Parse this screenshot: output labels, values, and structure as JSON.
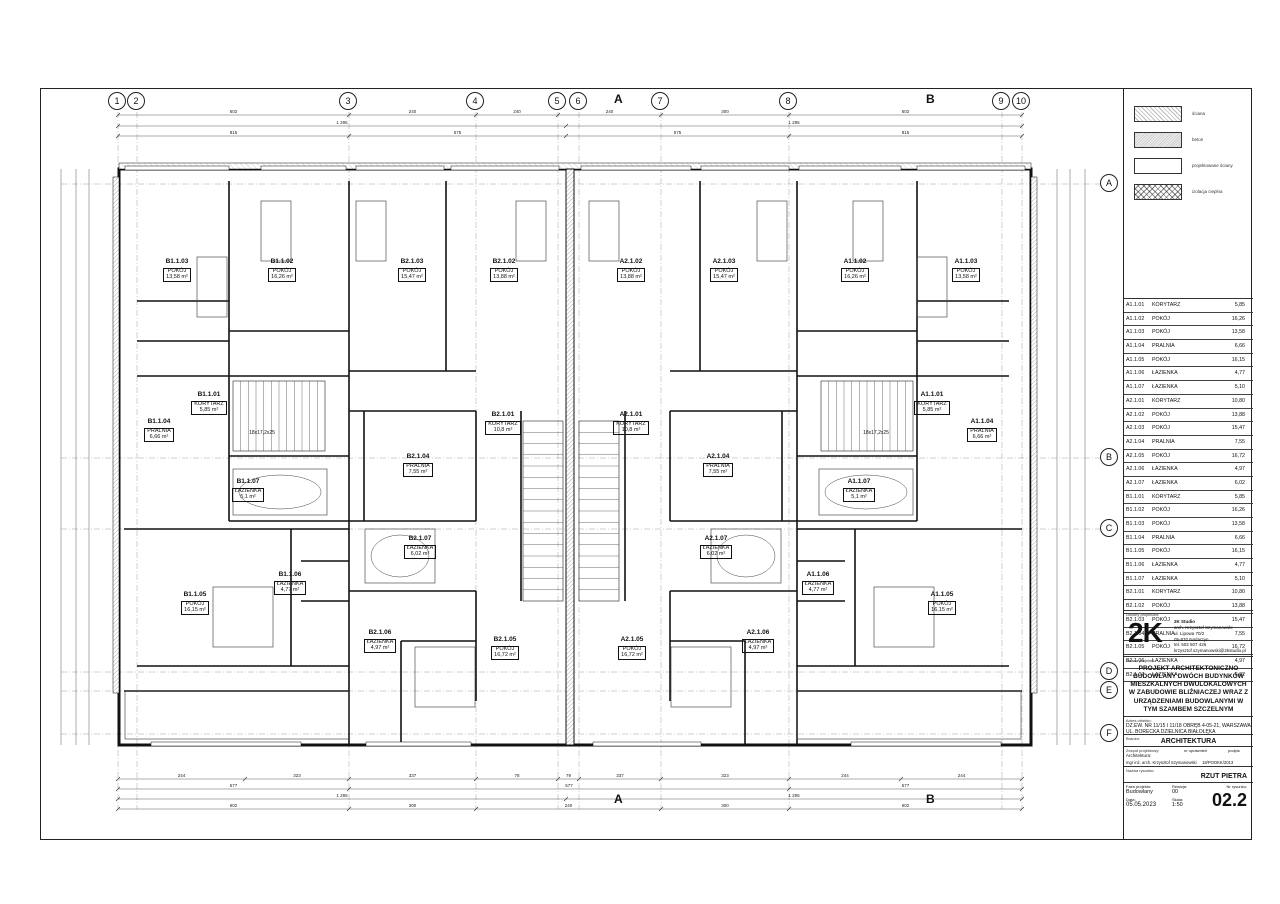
{
  "axes": {
    "numbers": [
      "1",
      "2",
      "3",
      "4",
      "5",
      "6",
      "7",
      "8",
      "9",
      "10"
    ],
    "letters": [
      "A",
      "B",
      "C",
      "D",
      "E",
      "F"
    ]
  },
  "sections": {
    "a": "A",
    "b": "B"
  },
  "dimensions": {
    "top_row1": [
      "602",
      "240",
      "240",
      "300",
      "602"
    ],
    "top_total": [
      "1 295",
      "1 295"
    ],
    "top_row2": [
      "815",
      "575",
      "575",
      "815"
    ],
    "bottom_row1": [
      "244",
      "323",
      "337",
      "78",
      "79",
      "337",
      "323",
      "244"
    ],
    "bottom_row2": [
      "577",
      "577"
    ],
    "bottom_total": [
      "1 295",
      "1 295"
    ],
    "bottom_row3": [
      "602",
      "300",
      "240",
      "300",
      "602"
    ]
  },
  "rooms_plan": [
    {
      "code": "B1.1.03",
      "name": "POKÓJ",
      "area": "13,58 m²"
    },
    {
      "code": "B1.1.02",
      "name": "POKÓJ",
      "area": "16,26 m²"
    },
    {
      "code": "B2.1.03",
      "name": "POKÓJ",
      "area": "15,47 m²"
    },
    {
      "code": "B2.1.02",
      "name": "POKÓJ",
      "area": "13,88 m²"
    },
    {
      "code": "A2.1.02",
      "name": "POKÓJ",
      "area": "13,88 m²"
    },
    {
      "code": "A2.1.03",
      "name": "POKÓJ",
      "area": "15,47 m²"
    },
    {
      "code": "A1.1.02",
      "name": "POKÓJ",
      "area": "16,26 m²"
    },
    {
      "code": "A1.1.03",
      "name": "POKÓJ",
      "area": "13,58 m²"
    },
    {
      "code": "B1.1.01",
      "name": "KORYTARZ",
      "area": "5,85 m²"
    },
    {
      "code": "B1.1.04",
      "name": "PRALNIA",
      "area": "6,66 m²"
    },
    {
      "code": "B2.1.01",
      "name": "KORYTARZ",
      "area": "10,8 m²"
    },
    {
      "code": "A2.1.01",
      "name": "KORYTARZ",
      "area": "10,8 m²"
    },
    {
      "code": "A1.1.01",
      "name": "KORYTARZ",
      "area": "5,85 m²"
    },
    {
      "code": "A1.1.04",
      "name": "PRALNIA",
      "area": "6,66 m²"
    },
    {
      "code": "B2.1.04",
      "name": "PRALNIA",
      "area": "7,55 m²"
    },
    {
      "code": "A2.1.04",
      "name": "PRALNIA",
      "area": "7,55 m²"
    },
    {
      "code": "B1.1.07",
      "name": "ŁAZIENKA",
      "area": "5,1 m²"
    },
    {
      "code": "A1.1.07",
      "name": "ŁAZIENKA",
      "area": "5,1 m²"
    },
    {
      "code": "B2.1.07",
      "name": "ŁAZIENKA",
      "area": "6,02 m²"
    },
    {
      "code": "A2.1.07",
      "name": "ŁAZIENKA",
      "area": "6,02 m²"
    },
    {
      "code": "B1.1.06",
      "name": "ŁAZIENKA",
      "area": "4,77 m²"
    },
    {
      "code": "A1.1.06",
      "name": "ŁAZIENKA",
      "area": "4,77 m²"
    },
    {
      "code": "B1.1.05",
      "name": "POKÓJ",
      "area": "16,15 m²"
    },
    {
      "code": "A1.1.05",
      "name": "POKÓJ",
      "area": "16,15 m²"
    },
    {
      "code": "B2.1.06",
      "name": "ŁAZIENKA",
      "area": "4,97 m²"
    },
    {
      "code": "A2.1.06",
      "name": "ŁAZIENKA",
      "area": "4,97 m²"
    },
    {
      "code": "B2.1.05",
      "name": "POKÓJ",
      "area": "16,72 m²"
    },
    {
      "code": "A2.1.05",
      "name": "POKÓJ",
      "area": "16,72 m²"
    }
  ],
  "stairs": [
    "18x17,2x25",
    "18x17,2x25"
  ],
  "legend": [
    "ściana",
    "beton",
    "projektowane ściany",
    "izolacja cieplna"
  ],
  "room_table": [
    {
      "code": "A1.1.01",
      "name": "KORYTARZ",
      "area": "5,85"
    },
    {
      "code": "A1.1.02",
      "name": "POKÓJ",
      "area": "16,26"
    },
    {
      "code": "A1.1.03",
      "name": "POKÓJ",
      "area": "13,58"
    },
    {
      "code": "A1.1.04",
      "name": "PRALNIA",
      "area": "6,66"
    },
    {
      "code": "A1.1.05",
      "name": "POKÓJ",
      "area": "16,15"
    },
    {
      "code": "A1.1.06",
      "name": "ŁAZIENKA",
      "area": "4,77"
    },
    {
      "code": "A1.1.07",
      "name": "ŁAZIENKA",
      "area": "5,10"
    },
    {
      "code": "A2.1.01",
      "name": "KORYTARZ",
      "area": "10,80"
    },
    {
      "code": "A2.1.02",
      "name": "POKÓJ",
      "area": "13,88"
    },
    {
      "code": "A2.1.03",
      "name": "POKÓJ",
      "area": "15,47"
    },
    {
      "code": "A2.1.04",
      "name": "PRALNIA",
      "area": "7,55"
    },
    {
      "code": "A2.1.05",
      "name": "POKÓJ",
      "area": "16,72"
    },
    {
      "code": "A2.1.06",
      "name": "ŁAZIENKA",
      "area": "4,97"
    },
    {
      "code": "A2.1.07",
      "name": "ŁAZIENKA",
      "area": "6,02"
    },
    {
      "code": "B1.1.01",
      "name": "KORYTARZ",
      "area": "5,85"
    },
    {
      "code": "B1.1.02",
      "name": "POKÓJ",
      "area": "16,26"
    },
    {
      "code": "B1.1.03",
      "name": "POKÓJ",
      "area": "13,58"
    },
    {
      "code": "B1.1.04",
      "name": "PRALNIA",
      "area": "6,66"
    },
    {
      "code": "B1.1.05",
      "name": "POKÓJ",
      "area": "16,15"
    },
    {
      "code": "B1.1.06",
      "name": "ŁAZIENKA",
      "area": "4,77"
    },
    {
      "code": "B1.1.07",
      "name": "ŁAZIENKA",
      "area": "5,10"
    },
    {
      "code": "B2.1.01",
      "name": "KORYTARZ",
      "area": "10,80"
    },
    {
      "code": "B2.1.02",
      "name": "POKÓJ",
      "area": "13,88"
    },
    {
      "code": "B2.1.03",
      "name": "POKÓJ",
      "area": "15,47"
    },
    {
      "code": "B2.1.04",
      "name": "PRALNIA",
      "area": "7,55"
    },
    {
      "code": "B2.1.05",
      "name": "POKÓJ",
      "area": "16,72"
    },
    {
      "code": "B2.1.06",
      "name": "ŁAZIENKA",
      "area": "4,97"
    },
    {
      "code": "B2.1.07",
      "name": "ŁAZIENKA",
      "area": "6,02"
    }
  ],
  "title_block": {
    "client_label": "Główny projektant:",
    "logo": "2K",
    "studio": "2K Studio",
    "studio_lines": [
      "arch. Krzysztof Szymanowski",
      "ul. Lipowa 70/2",
      "05-870 Nadarzyn",
      "tel. 502 507 426",
      "krzysztof.szymanowski@2kstudio.pl"
    ],
    "project_label": "Nazwa projektu:",
    "project_title": "PROJEKT ARCHITEKTONICZNO BUDOWLANY DWÓCH BUDYNKÓW MIESZKALNYCH DWULOKALOWYCH W ZABUDOWIE BLIŹNIACZEJ WRAZ Z URZĄDZENIAMI BUDOWLANYMI W TYM SZAMBEM SZCZELNYM",
    "address_label": "Adres obiektu:",
    "address": "DZ.EW. NR 11/15 I 11/18 OBRĘB 4-05-21, WARSZAWA UL. BORECKA DZIELNICA BIAŁOŁĘKA",
    "branch_label": "Branża:",
    "branch": "ARCHITEKTURA",
    "team_label": "Zespół projektowy:",
    "team_col2": "nr uprawnień",
    "team_col3": "podpis",
    "team_role": "Architektura:",
    "team_member": "mgr inż. arch. Krzysztof Szymanowski",
    "team_license": "18/POOKK/2013",
    "drawing_label": "Nazwa rysunku:",
    "drawing": "RZUT PIETRA",
    "phase_label": "Faza projektu:",
    "phase": "Budowlany",
    "revision_label": "Rewizja:",
    "revision": "00",
    "sheet_label": "Nr rysunku:",
    "sheet": "02.2",
    "date_label": "Data:",
    "date": "05.05.2023",
    "scale_label": "Skala:",
    "scale": "1:50"
  }
}
